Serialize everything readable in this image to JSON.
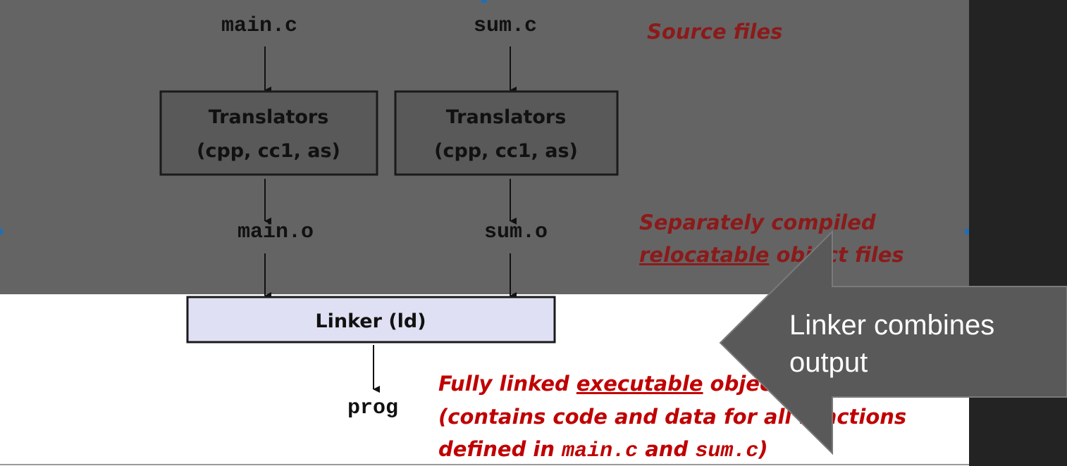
{
  "colors": {
    "dim_overlay": "#646464",
    "right_panel": "#232323",
    "callout_fill": "#595959",
    "note_red": "#c00000",
    "linker_fill": "#e0e0f4",
    "translator_fill": "#595959"
  },
  "diagram": {
    "sources": [
      {
        "file": "main.c",
        "translator_line1": "Translators",
        "translator_line2": "(cpp, cc1, as)",
        "object": "main.o"
      },
      {
        "file": "sum.c",
        "translator_line1": "Translators",
        "translator_line2": "(cpp, cc1, as)",
        "object": "sum.o"
      }
    ],
    "linker_label": "Linker (ld)",
    "output": "prog",
    "notes": {
      "source_files": "Source files",
      "separately_line1": "Separately compiled",
      "relocatable_word": "relocatable",
      "object_files_rest": " object files",
      "fully_line1_a": "Fully linked ",
      "fully_line1_b": "executable",
      "fully_line1_c": " object file",
      "fully_line2": "(contains code and data for all functions",
      "fully_line3_a": "defined in ",
      "fully_line3_b": "main.c",
      "fully_line3_c": " and ",
      "fully_line3_d": "sum.c",
      "fully_line3_e": ")"
    }
  },
  "callout": {
    "line1": "Linker combines",
    "line2": "output"
  }
}
